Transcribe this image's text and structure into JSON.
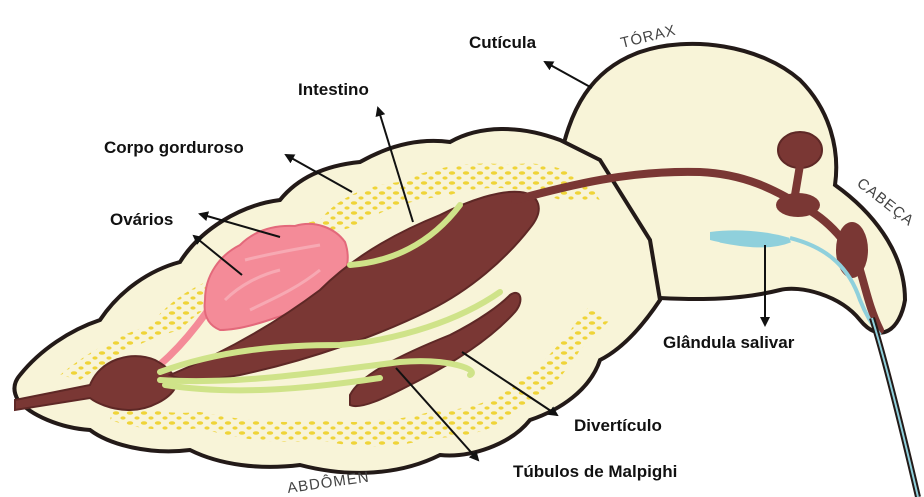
{
  "colors": {
    "body_fill": "#f8f4d8",
    "outline": "#231a18",
    "fat_dots": "#efd439",
    "gut": "#7a3734",
    "gut_dark": "#5e2826",
    "ovary": "#f48b98",
    "ovary_light": "#f7a9b3",
    "malpighi": "#cfe389",
    "salivary": "#8fd0dc",
    "arrow": "#111111"
  },
  "regions": {
    "thorax": "TÓRAX",
    "head": "CABEÇA",
    "abdomen": "ABDÔMEN"
  },
  "labels": {
    "cuticula": "Cutícula",
    "intestino": "Intestino",
    "corpo_gorduroso": "Corpo gorduroso",
    "ovarios": "Ovários",
    "glandula_salivar": "Glândula salivar",
    "diverticulo": "Divertículo",
    "tubulos_malpighi": "Túbulos de Malpighi"
  }
}
